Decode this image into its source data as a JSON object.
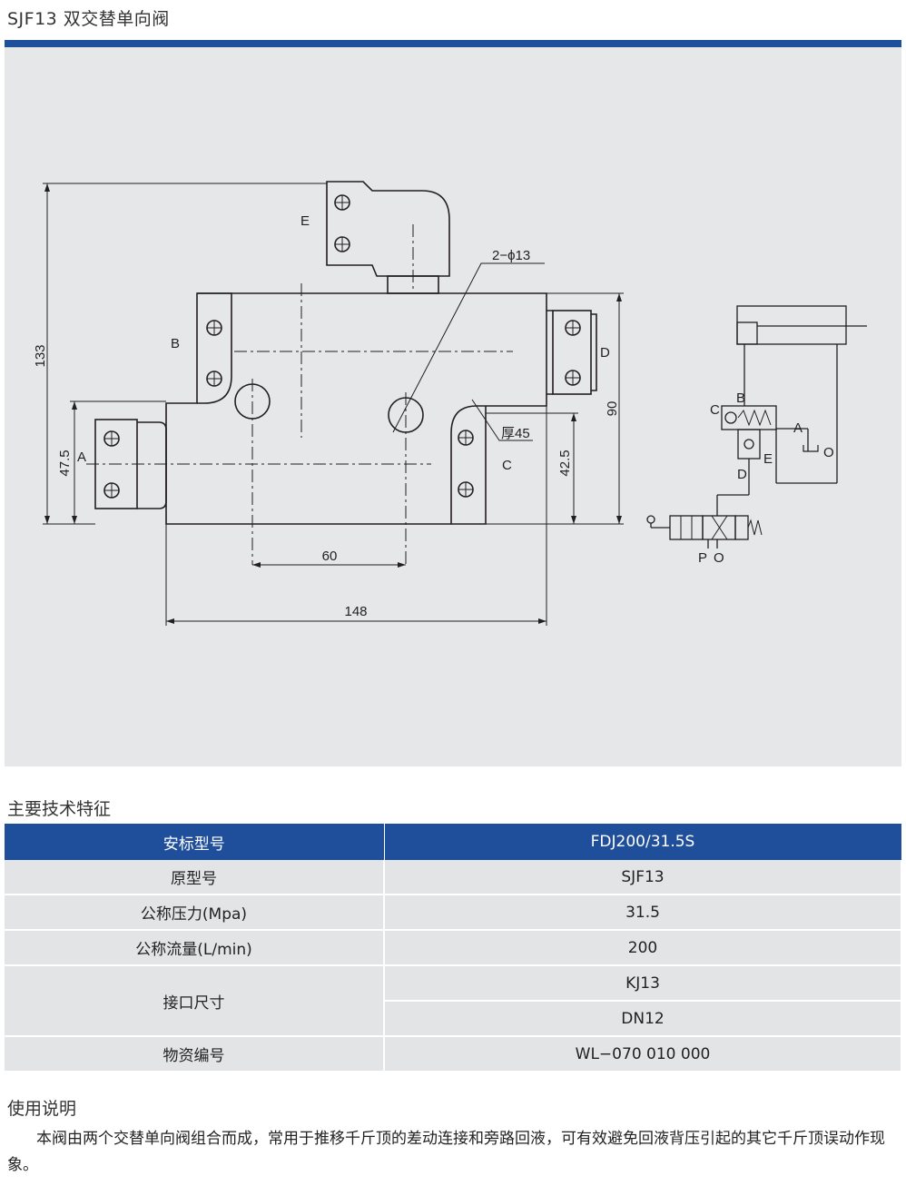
{
  "header": {
    "title": "SJF13 双交替单向阀"
  },
  "drawing": {
    "dims": {
      "d133": "133",
      "d47_5": "47.5",
      "d42_5": "42.5",
      "d90": "90",
      "d60": "60",
      "d148": "148"
    },
    "callouts": {
      "holes": "2−ϕ13",
      "thickness": "厚45"
    },
    "ports": {
      "A": "A",
      "B": "B",
      "C": "C",
      "D": "D",
      "E": "E"
    },
    "schematic": {
      "B": "B",
      "C": "C",
      "A": "A",
      "O": "O",
      "E": "E",
      "D": "D",
      "P": "P",
      "O2": "O"
    },
    "colors": {
      "panel": "#e6e7e8",
      "line": "#231f20",
      "accent": "#1f4f9a"
    }
  },
  "spec": {
    "heading": "主要技术特征",
    "header_row": [
      "安标型号",
      "FDJ200/31.5S"
    ],
    "rows": [
      {
        "label": "原型号",
        "value": "SJF13"
      },
      {
        "label": "公称压力(Mpa)",
        "value": "31.5"
      },
      {
        "label": "公称流量(L/min)",
        "value": "200"
      },
      {
        "label": "接口尺寸",
        "value": "KJ13",
        "value2": "DN12"
      },
      {
        "label": "物资编号",
        "value": "WL−070 010 000"
      }
    ]
  },
  "usage": {
    "heading": "使用说明",
    "text": "本阀由两个交替单向阀组合而成，常用于推移千斤顶的差动连接和旁路回液，可有效避免回液背压引起的其它千斤顶误动作现象。"
  }
}
